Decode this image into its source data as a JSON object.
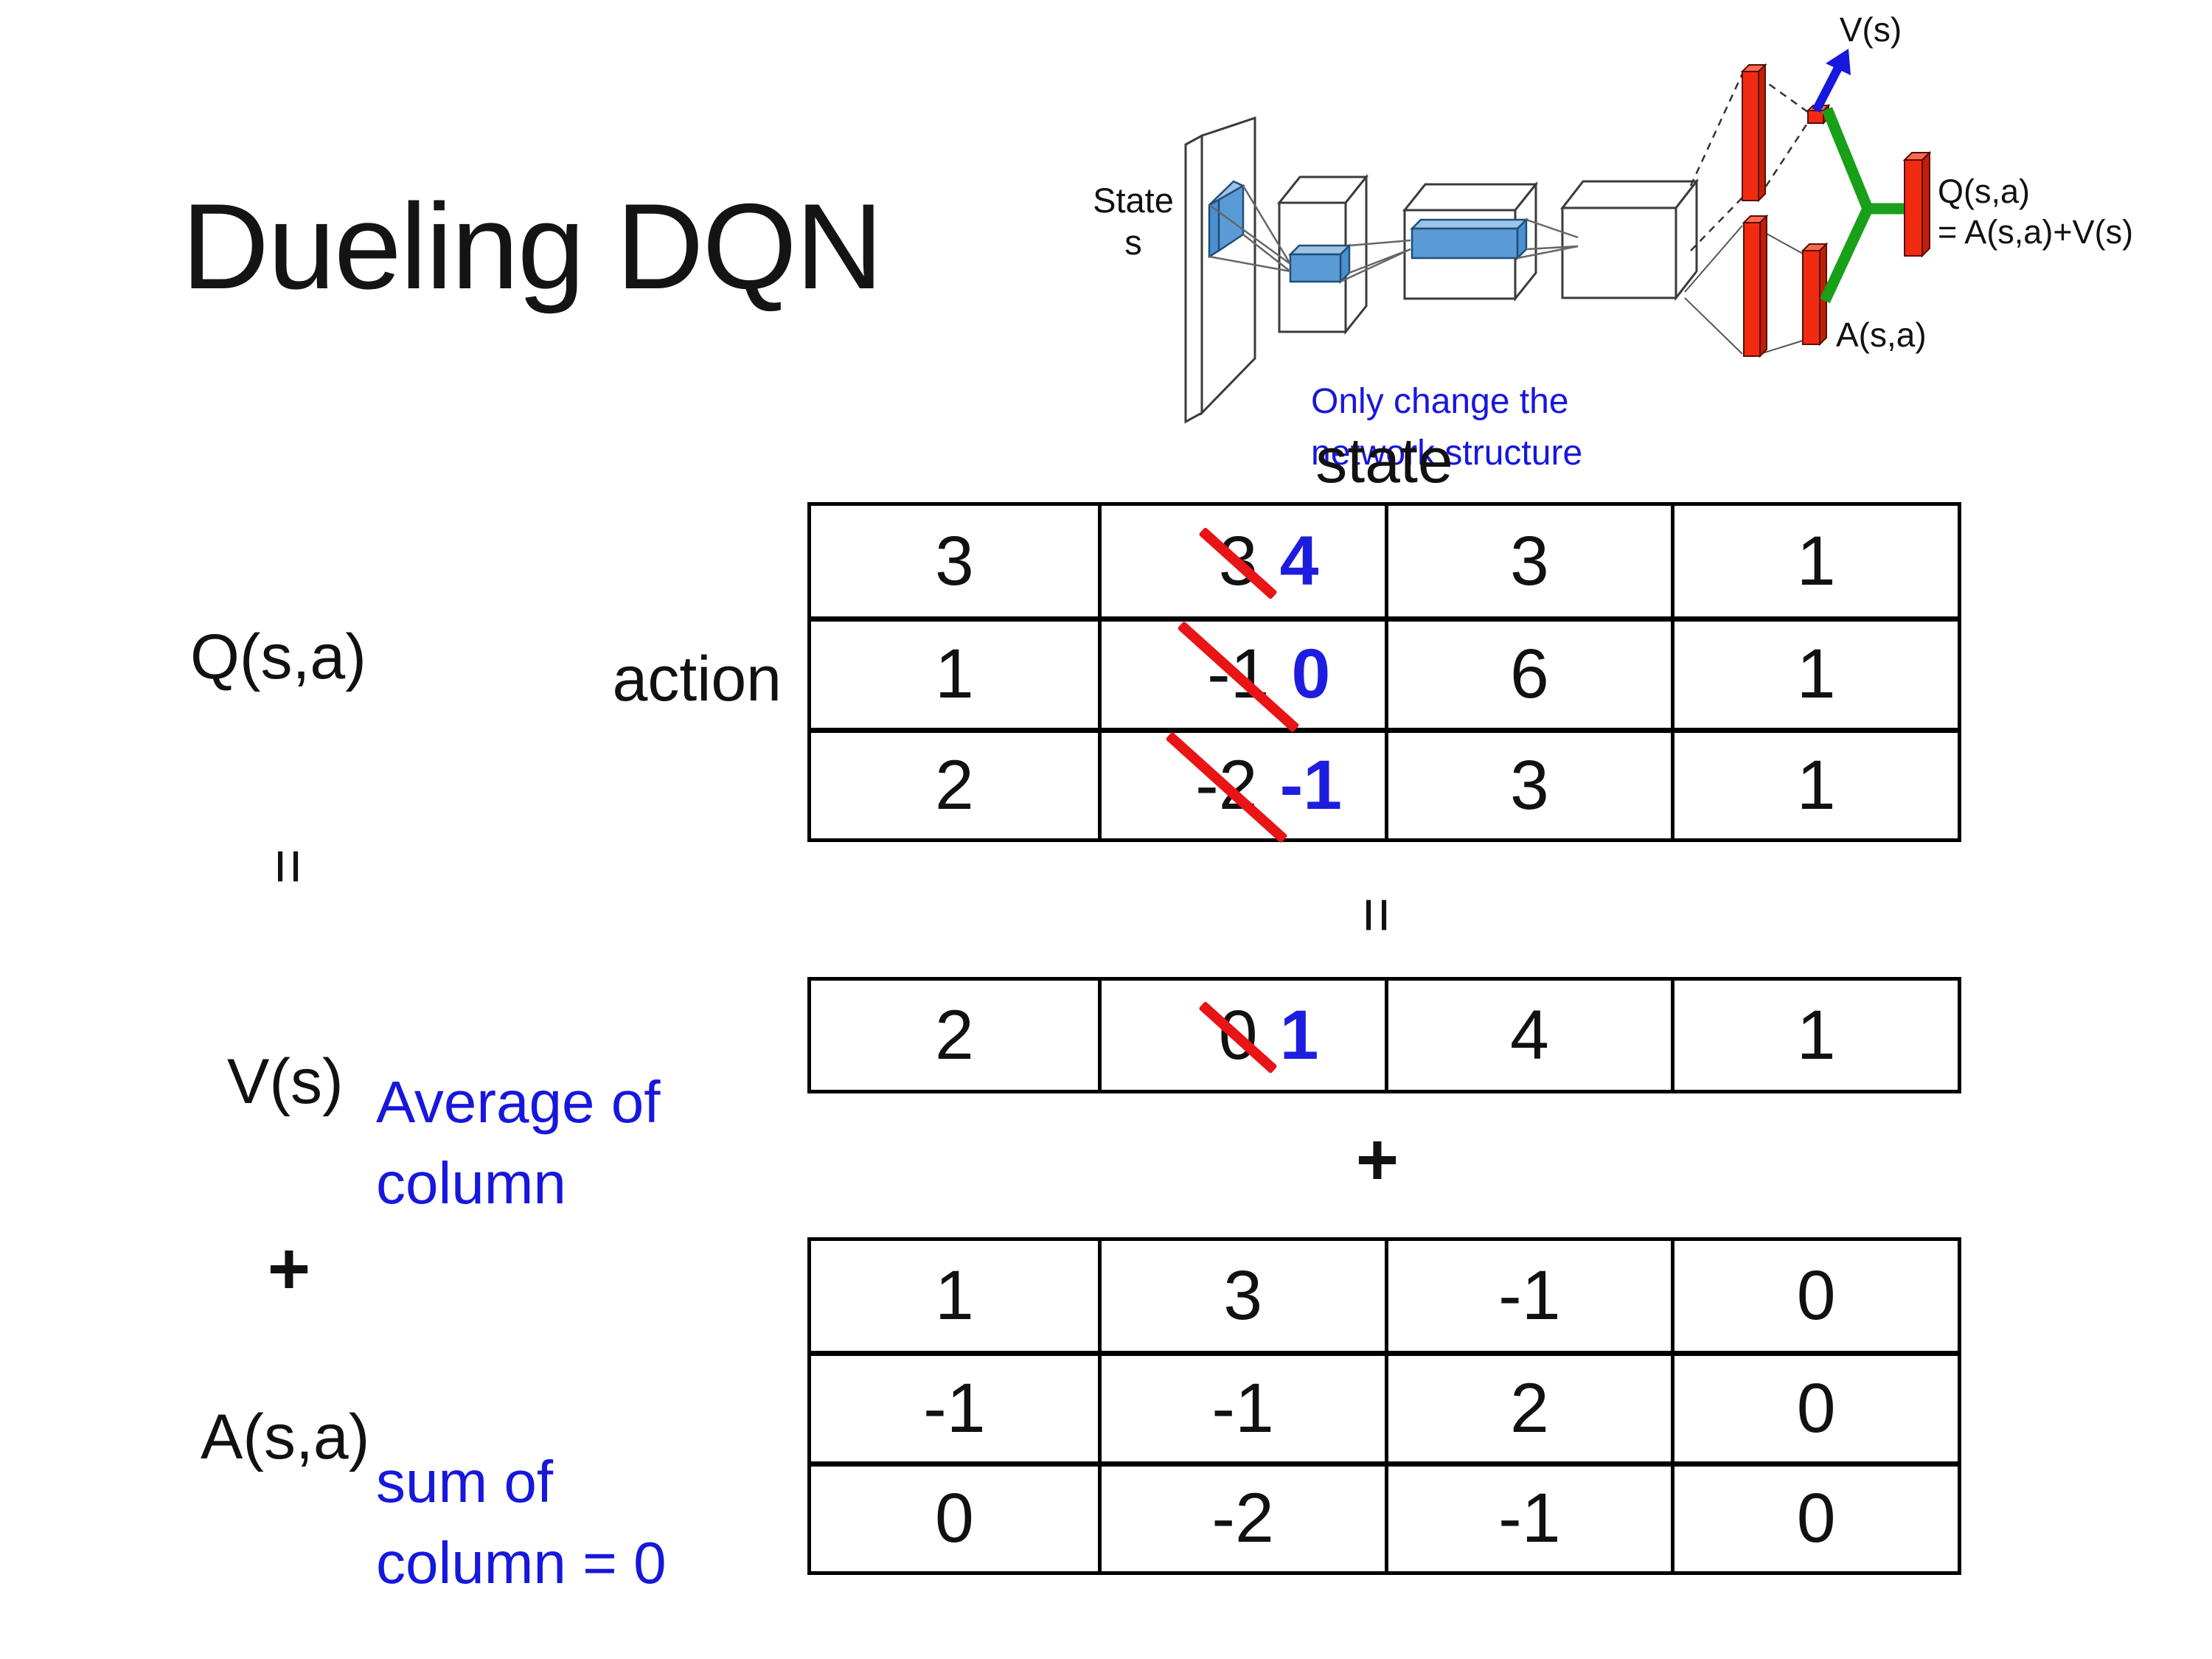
{
  "slide": {
    "title": "Dueling DQN"
  },
  "diagram": {
    "state_line1": "State",
    "state_line2": "s",
    "note_line1": "Only change the",
    "note_line2": "network structure",
    "v_label": "V(s)",
    "q_label1": "Q(s,a)",
    "q_label2": "= A(s,a)+V(s)",
    "a_label": "A(s,a)",
    "colors": {
      "box_stroke": "#3b3b3b",
      "filter_blue": "#5b9bd5",
      "filter_blue_light": "#9dc3e6",
      "filter_blue_dark": "#4a8fd0",
      "bar_red_front": "#f02b12",
      "bar_red_top": "#fa6a50",
      "bar_red_side": "#c02008",
      "link_green": "#18a018",
      "arrow_blue": "#1717dd"
    }
  },
  "eq": {
    "q_label": "Q(s,a)",
    "eq_left": "=",
    "v_label": "V(s)",
    "plus_left": "+",
    "a_label": "A(s,a)",
    "eq_mid": "=",
    "plus_mid": "+",
    "state_header": "state",
    "action_label": "action",
    "avg_note_line1": "Average of",
    "avg_note_line2": "column",
    "sum_note_line1": "sum of",
    "sum_note_line2": "column = 0",
    "accent_blue": "#1717dd",
    "strike_red": "#e81416",
    "changed_blue": "#1d1de0"
  },
  "q_table": {
    "rows": [
      [
        "3",
        {
          "old": "3",
          "new": "4"
        },
        "3",
        "1"
      ],
      [
        "1",
        {
          "old": "-1",
          "new": "0"
        },
        "6",
        "1"
      ],
      [
        "2",
        {
          "old": "-2",
          "new": "-1"
        },
        "3",
        "1"
      ]
    ]
  },
  "v_table": {
    "cells": [
      "2",
      {
        "old": "0",
        "new": "1"
      },
      "4",
      "1"
    ]
  },
  "a_table": {
    "rows": [
      [
        "1",
        "3",
        "-1",
        "0"
      ],
      [
        "-1",
        "-1",
        "2",
        "0"
      ],
      [
        "0",
        "-2",
        "-1",
        "0"
      ]
    ]
  }
}
